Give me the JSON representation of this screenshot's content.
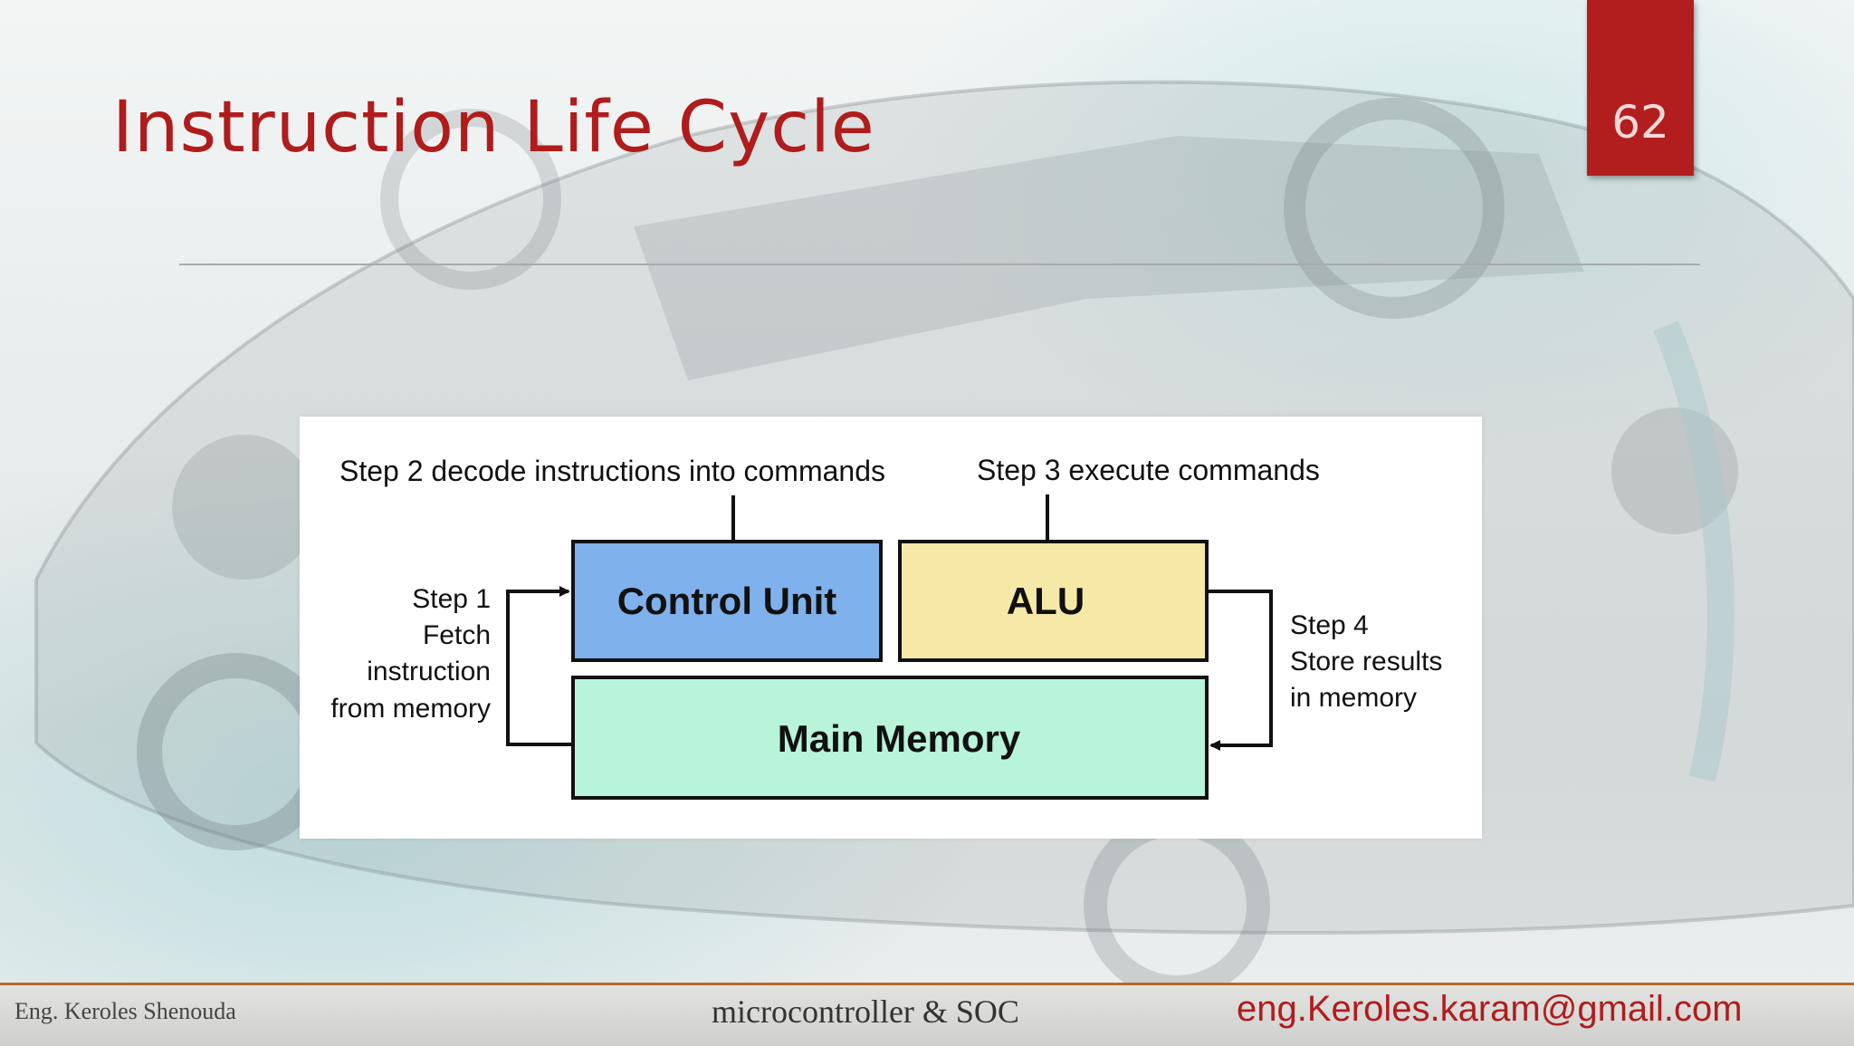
{
  "slide": {
    "title": "Instruction Life Cycle",
    "page_number": "62"
  },
  "diagram": {
    "step2_label": "Step 2 decode instructions into commands",
    "step3_label": "Step 3 execute commands",
    "control_unit": "Control Unit",
    "alu": "ALU",
    "main_memory": "Main Memory",
    "step1_lines": [
      "Step 1",
      "Fetch",
      "instruction",
      "from memory"
    ],
    "step4_lines": [
      "Step 4",
      "Store results",
      "in memory"
    ],
    "colors": {
      "control_unit": "#7fb1ec",
      "alu": "#f6e9a8",
      "main_memory": "#b8f4da"
    }
  },
  "footer": {
    "author": "Eng. Keroles Shenouda",
    "course": "microcontroller & SOC",
    "email": "eng.Keroles.karam@gmail.com"
  },
  "colors": {
    "title": "#b01c1c",
    "page_tab": "#b21e1e"
  }
}
